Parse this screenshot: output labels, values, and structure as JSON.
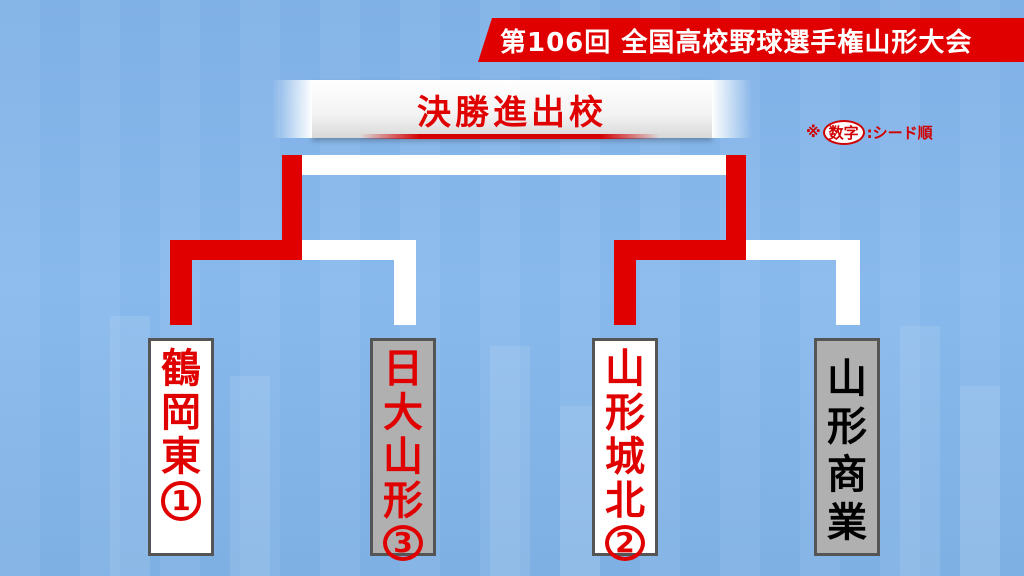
{
  "header": {
    "title": "第106回 全国高校野球選手権山形大会"
  },
  "title": {
    "text": "決勝進出校"
  },
  "note": {
    "prefix": "※",
    "circled": "数字",
    "suffix": ":シード順"
  },
  "colors": {
    "winner": "#e00000",
    "loser": "#ffffff",
    "accent": "#e00000"
  },
  "schools": [
    {
      "chars": [
        "鶴",
        "岡",
        "東"
      ],
      "seed": "1",
      "style": "white"
    },
    {
      "chars": [
        "日",
        "大",
        "山",
        "形"
      ],
      "seed": "3",
      "style": "gray"
    },
    {
      "chars": [
        "山",
        "形",
        "城",
        "北"
      ],
      "seed": "2",
      "style": "white"
    },
    {
      "chars": [
        "山",
        "形",
        "商",
        "業"
      ],
      "seed": "",
      "style": "gray-dark"
    }
  ]
}
